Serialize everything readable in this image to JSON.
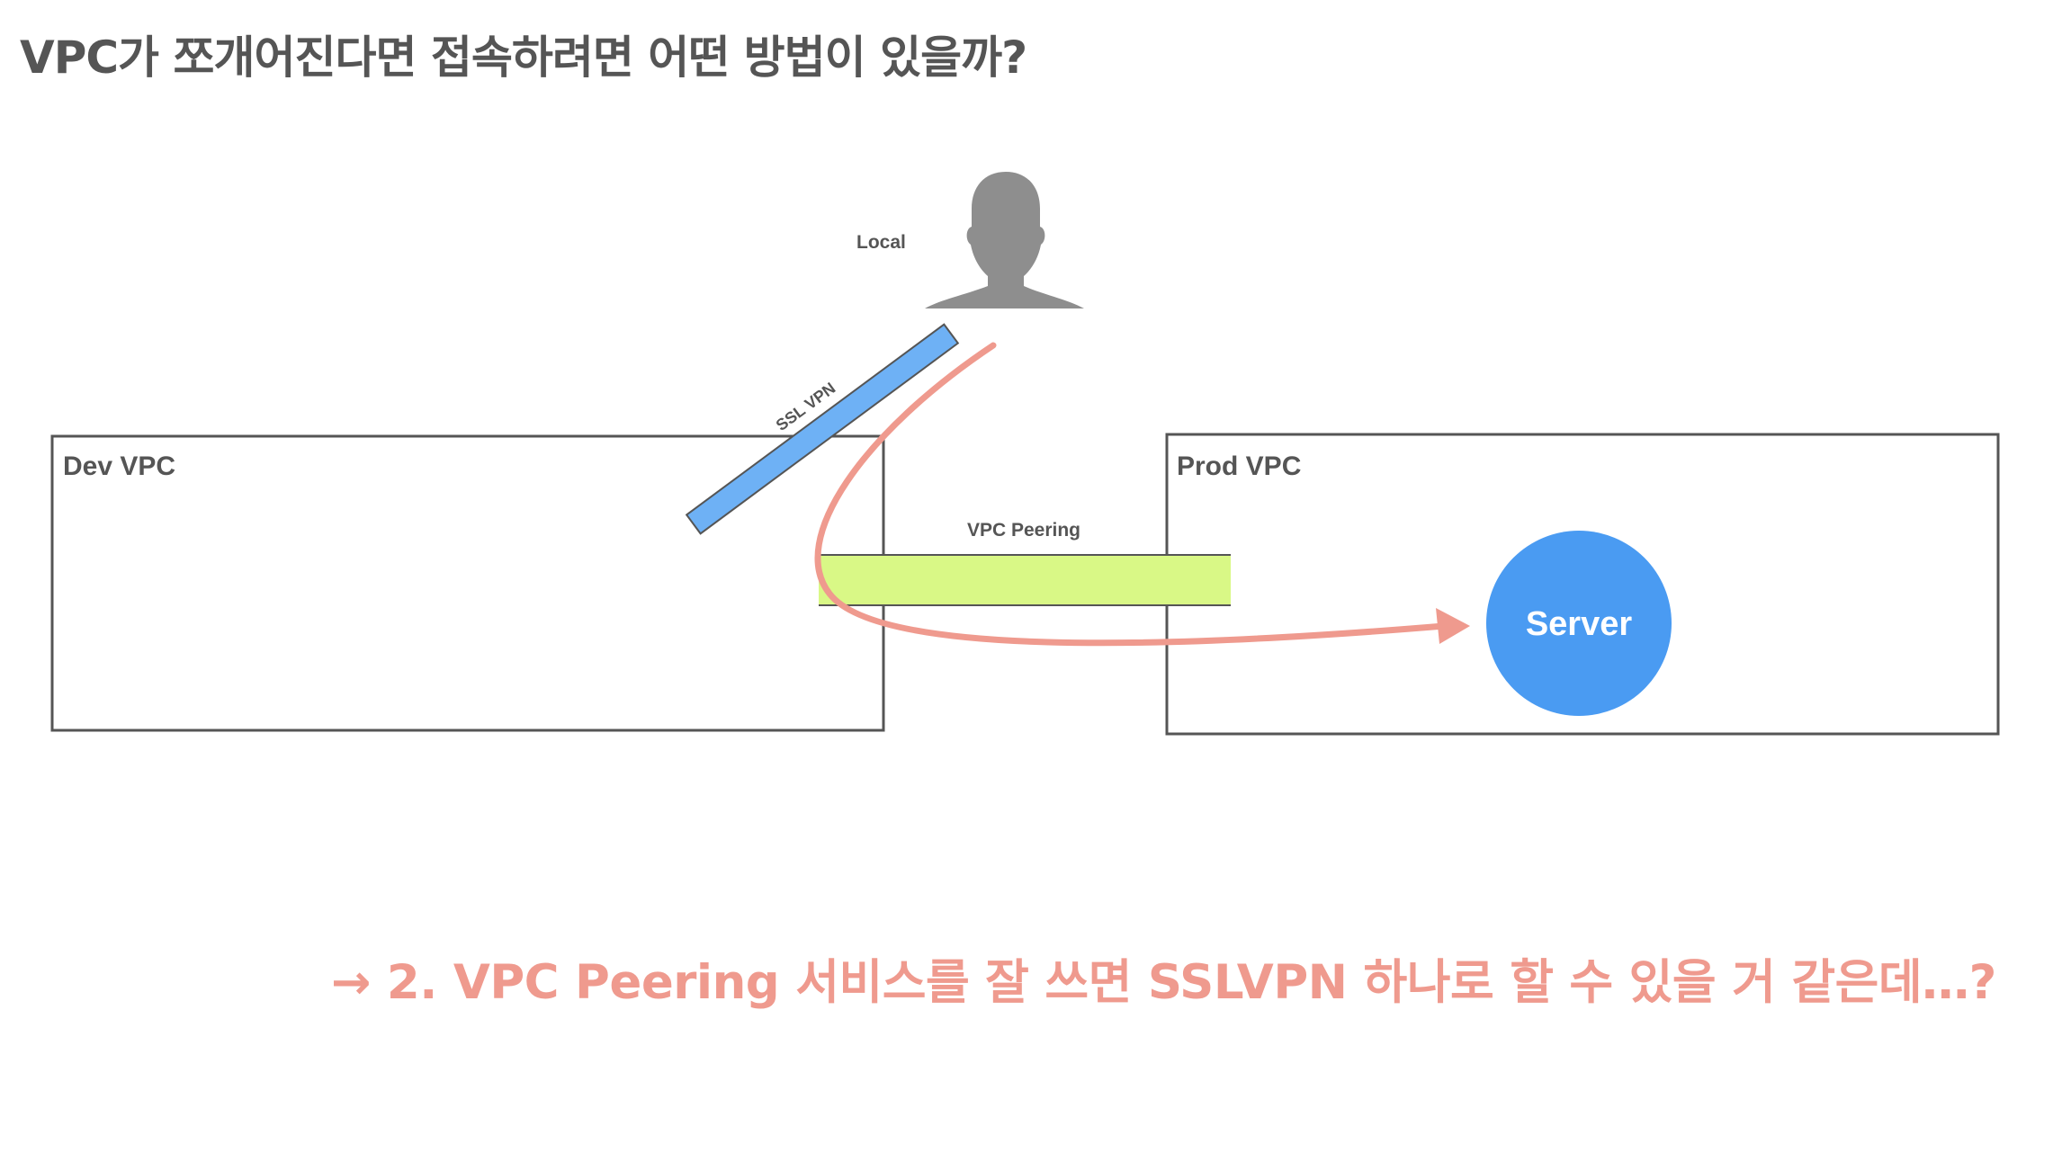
{
  "title": "VPC가 쪼개어진다면 접속하려면 어떤 방법이 있을까?",
  "caption": "→ 2. VPC Peering 서비스를 잘 쓰면 SSLVPN 하나로 할 수 있을 거 같은데…?",
  "nodes": {
    "local": {
      "label": "Local",
      "icon": "user-silhouette-icon"
    },
    "dev_vpc": {
      "label": "Dev VPC"
    },
    "prod_vpc": {
      "label": "Prod VPC"
    },
    "server": {
      "label": "Server"
    }
  },
  "links": {
    "ssl_vpn": {
      "label": "SSL VPN"
    },
    "vpc_peering": {
      "label": "VPC Peering"
    }
  },
  "colors": {
    "box_stroke": "#555555",
    "user_icon": "#8e8e8e",
    "ssl_vpn_fill": "#6eb1f5",
    "peering_fill": "#d9f886",
    "flow_arrow": "#ef9a8e",
    "server_fill": "#4a9bf2"
  }
}
